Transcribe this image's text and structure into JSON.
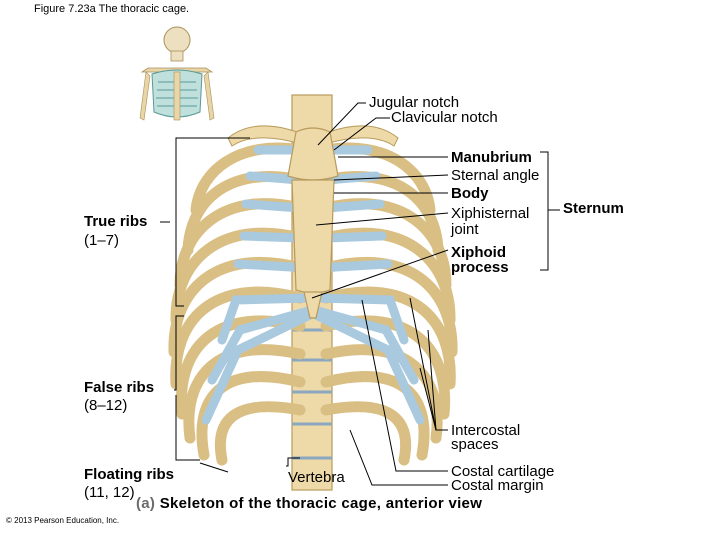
{
  "figure_title": "Figure 7.23a  The thoracic cage.",
  "labels": {
    "jugular_notch": "Jugular notch",
    "clavicular_notch": "Clavicular notch",
    "manubrium": "Manubrium",
    "sternal_angle": "Sternal angle",
    "body": "Body",
    "xiphisternal_joint_1": "Xiphisternal",
    "xiphisternal_joint_2": "joint",
    "xiphoid_process_1": "Xiphoid",
    "xiphoid_process_2": "process",
    "sternum": "Sternum",
    "true_ribs": "True ribs",
    "true_ribs_range": "(1–7)",
    "false_ribs": "False ribs",
    "false_ribs_range": "(8–12)",
    "floating_ribs": "Floating ribs",
    "floating_ribs_range": "(11, 12)",
    "intercostal_spaces_1": "Intercostal",
    "intercostal_spaces_2": "spaces",
    "vertebra": "Vertebra",
    "costal_cartilage": "Costal cartilage",
    "costal_margin": "Costal margin"
  },
  "caption": {
    "tag": "(a)",
    "text": " Skeleton of the thoracic cage, anterior view"
  },
  "copyright": "© 2013 Pearson Education, Inc.",
  "colors": {
    "bone": "#eed9a8",
    "bone_outline": "#b89a5c",
    "cartilage": "#a9c9df",
    "cartilage_outline": "#6f97b5",
    "skeleton_thumb": "#e8d6a8",
    "leader_line": "#000000"
  }
}
